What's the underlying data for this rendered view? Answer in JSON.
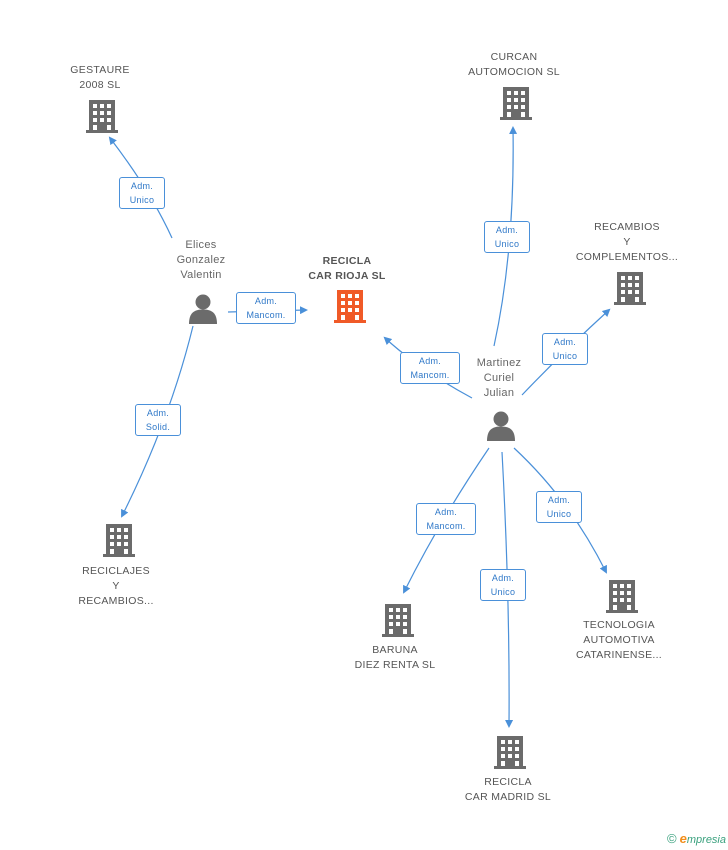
{
  "nodes": {
    "gestaure": {
      "lines": [
        "GESTAURE",
        "2008 SL"
      ]
    },
    "curcan": {
      "lines": [
        "CURCAN",
        "AUTOMOCION SL"
      ]
    },
    "recambios": {
      "lines": [
        "RECAMBIOS",
        "Y",
        "COMPLEMENTOS..."
      ]
    },
    "elices": {
      "lines": [
        "Elices",
        "Gonzalez",
        "Valentin"
      ]
    },
    "recicla_rioja": {
      "lines": [
        "RECICLA",
        "CAR RIOJA SL"
      ]
    },
    "martinez": {
      "lines": [
        "Martinez",
        "Curiel",
        "Julian"
      ]
    },
    "reciclajes": {
      "lines": [
        "RECICLAJES",
        "Y",
        "RECAMBIOS..."
      ]
    },
    "baruna": {
      "lines": [
        "BARUNA",
        "DIEZ RENTA SL"
      ]
    },
    "tecnologia": {
      "lines": [
        "TECNOLOGIA",
        "AUTOMOTIVA",
        "CATARINENSE..."
      ]
    },
    "recicla_madrid": {
      "lines": [
        "RECICLA",
        "CAR MADRID SL"
      ]
    }
  },
  "edges": {
    "elices_gestaure": {
      "line1": "Adm.",
      "line2": "Unico"
    },
    "elices_rioja": {
      "line1": "Adm.",
      "line2": "Mancom."
    },
    "elices_reciclajes": {
      "line1": "Adm.",
      "line2": "Solid."
    },
    "martinez_curcan": {
      "line1": "Adm.",
      "line2": "Unico"
    },
    "martinez_recambios": {
      "line1": "Adm.",
      "line2": "Unico"
    },
    "martinez_rioja": {
      "line1": "Adm.",
      "line2": "Mancom."
    },
    "martinez_baruna": {
      "line1": "Adm.",
      "line2": "Mancom."
    },
    "martinez_madrid": {
      "line1": "Adm.",
      "line2": "Unico"
    },
    "martinez_tecnologia": {
      "line1": "Adm.",
      "line2": "Unico"
    }
  },
  "copyright": {
    "symbol": "©",
    "brand_e": "e",
    "brand_rest": "mpresia"
  },
  "colors": {
    "company": "#6b6b6b",
    "company_highlight": "#f05a28",
    "person": "#6b6b6b",
    "edge": "#4a90d9"
  },
  "icons": {
    "company": "building-icon",
    "person": "person-icon",
    "arrow": "arrowhead"
  }
}
